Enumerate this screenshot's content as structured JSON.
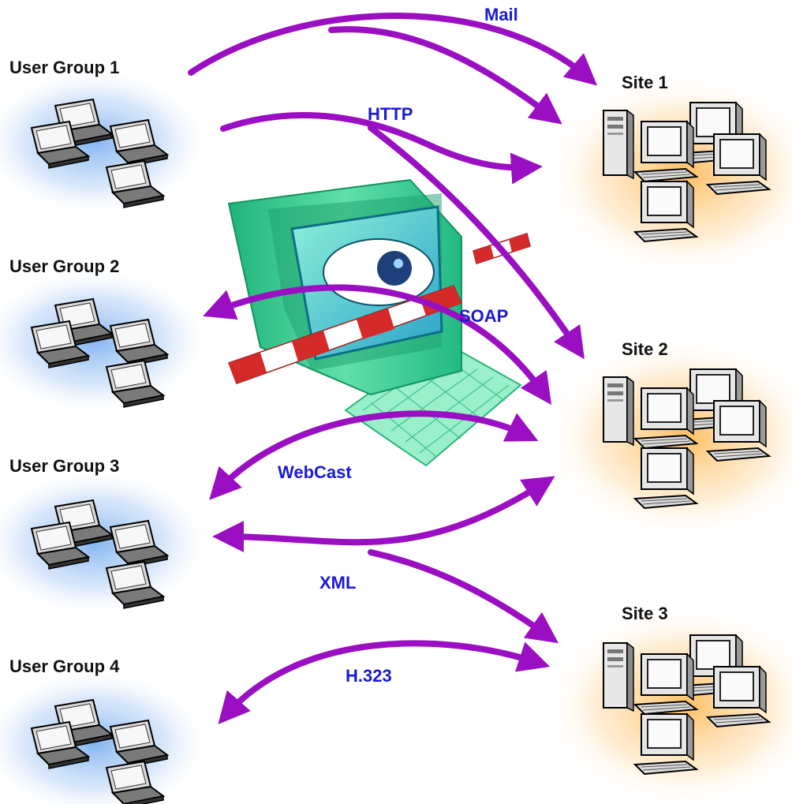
{
  "colors": {
    "arrow": "#9a0fc2",
    "protocol_text": "#1a1ad6",
    "user_glow": "#7fb5f0",
    "site_glow": "#ffb347",
    "monitor": "#2ecc8f",
    "barrier_red": "#d42a2a"
  },
  "user_groups": [
    {
      "label": "User Group 1",
      "icon": "laptop-cluster-icon"
    },
    {
      "label": "User Group 2",
      "icon": "laptop-cluster-icon"
    },
    {
      "label": "User Group 3",
      "icon": "laptop-cluster-icon"
    },
    {
      "label": "User Group 4",
      "icon": "laptop-cluster-icon"
    }
  ],
  "sites": [
    {
      "label": "Site 1",
      "icon": "desktop-cluster-icon"
    },
    {
      "label": "Site 2",
      "icon": "desktop-cluster-icon"
    },
    {
      "label": "Site 3",
      "icon": "desktop-cluster-icon"
    }
  ],
  "protocols": [
    {
      "label": "Mail"
    },
    {
      "label": "HTTP"
    },
    {
      "label": "SOAP"
    },
    {
      "label": "WebCast"
    },
    {
      "label": "XML"
    },
    {
      "label": "H.323"
    }
  ],
  "central_icon": "firewall-monitor-icon"
}
